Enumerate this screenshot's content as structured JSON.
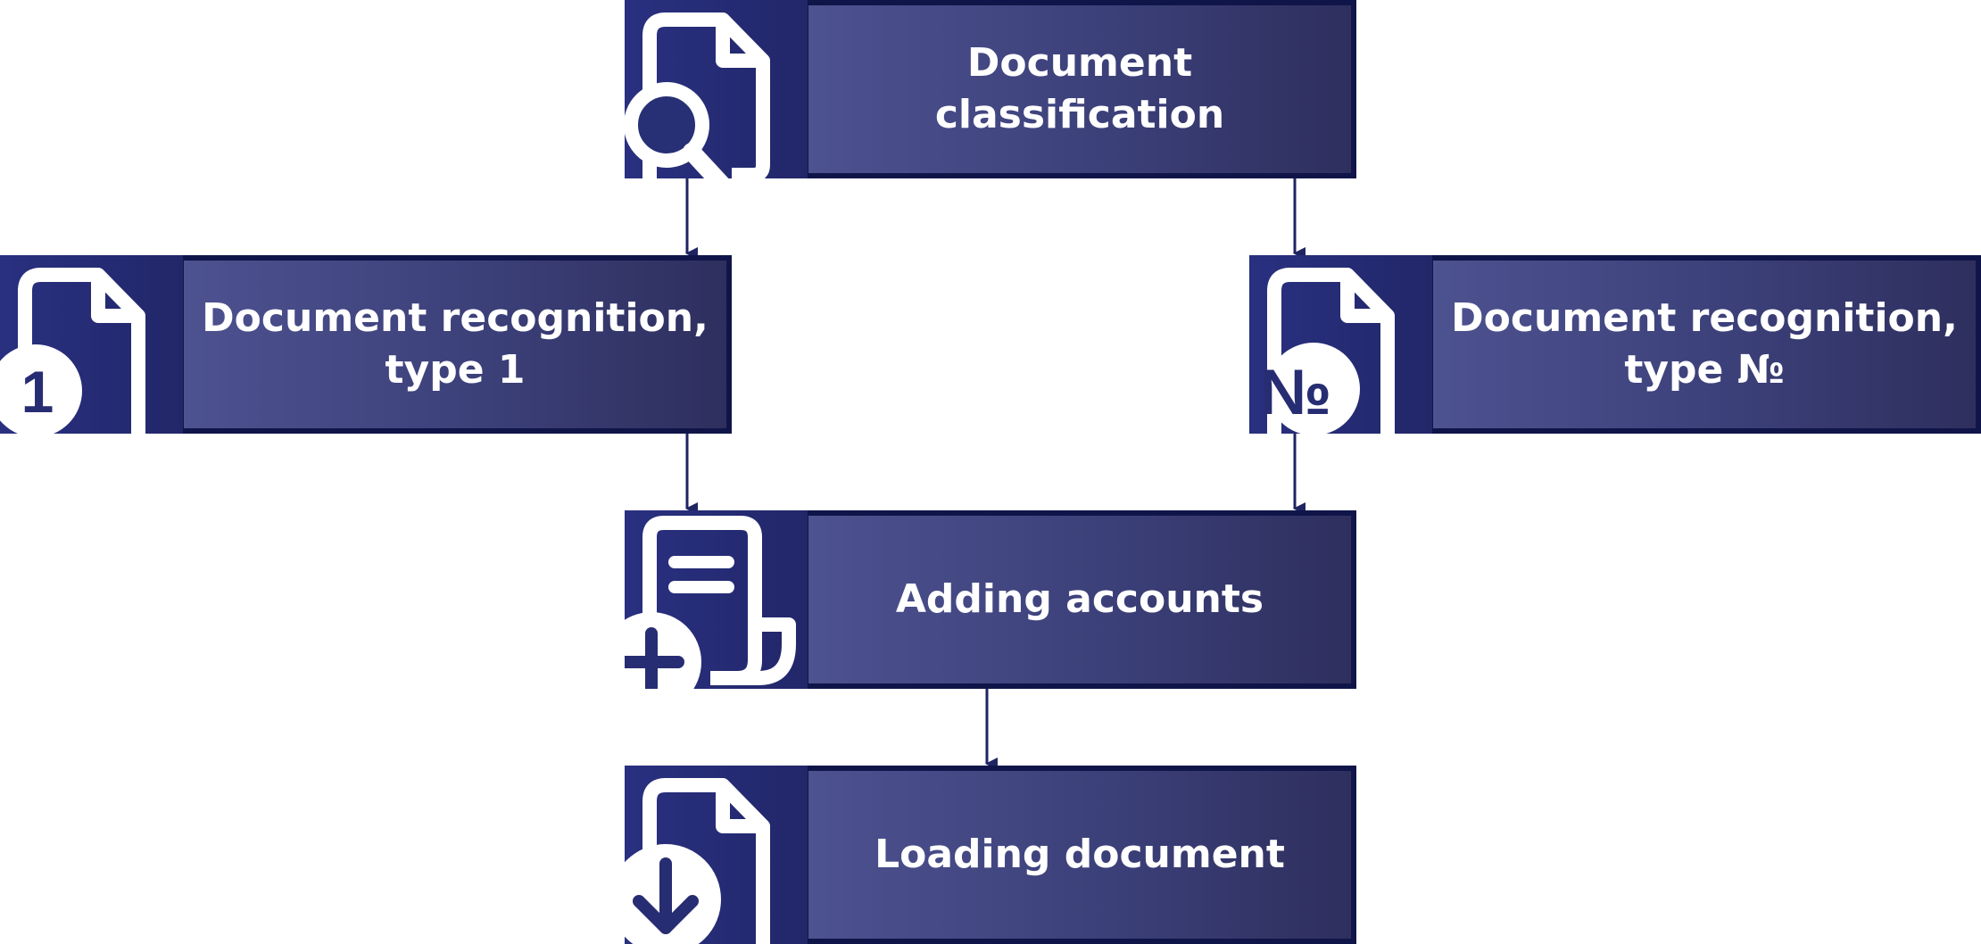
{
  "nodes": {
    "classification": {
      "label": "Document classification",
      "icon": "document-search-icon"
    },
    "type1": {
      "label": "Document recognition,\ntype 1",
      "icon": "document-number-one-icon",
      "badge": "1"
    },
    "typeno": {
      "label": "Document recognition,\ntype №",
      "icon": "document-numero-icon",
      "badge": "№"
    },
    "adding": {
      "label": "Adding accounts",
      "icon": "document-add-icon"
    },
    "loading": {
      "label": "Loading document",
      "icon": "document-download-icon"
    }
  },
  "colors": {
    "node_border": "#101549",
    "icon_panel": "#293080",
    "label_panel_start": "#4d5290",
    "label_panel_end": "#2e2f5e",
    "connector": "#1f2462",
    "text": "#ffffff"
  }
}
